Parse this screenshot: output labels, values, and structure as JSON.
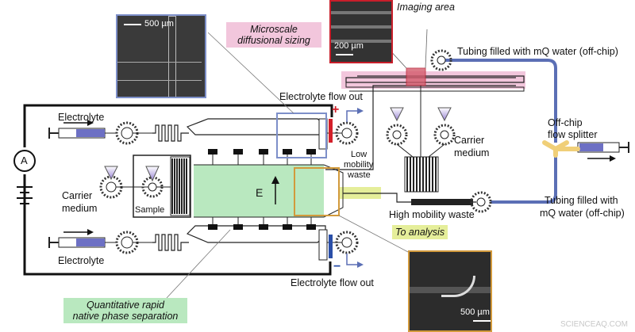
{
  "labels": {
    "imaging_area": "Imaging area",
    "microscale_line1": "Microscale",
    "microscale_line2": "diffusional sizing",
    "tubing_top": "Tubing filled with mQ water (off-chip)",
    "electrolyte_flow_out_top": "Electrolyte flow out",
    "electrolyte_top": "Electrolyte",
    "carrier_left_1": "Carrier",
    "carrier_left_2": "medium",
    "sample": "Sample",
    "electrolyte_bottom": "Electrolyte",
    "low_mobility_1": "Low",
    "low_mobility_2": "mobility",
    "low_mobility_3": "waste",
    "carrier_right_1": "Carrier",
    "carrier_right_2": "medium",
    "off_chip_1": "Off-chip",
    "off_chip_2": "flow splitter",
    "high_mobility_waste": "High mobility waste",
    "to_analysis": "To analysis",
    "tubing_bottom_1": "Tubing filled with",
    "tubing_bottom_2": "mQ water (off-chip)",
    "electrolyte_flow_out_bottom": "Electrolyte flow out",
    "quantitative_1": "Quantitative rapid",
    "quantitative_2": "native phase separation",
    "field_E": "E",
    "ammeter": "A",
    "plus": "+",
    "minus": "−",
    "watermark": "SCIENCEAQ.COM"
  },
  "scale_bars": {
    "top_left": "500 µm",
    "imaging": "200 µm",
    "bottom_right": "500 µm"
  },
  "colors": {
    "separation_zone": "#b9e8bf",
    "yellow_highlight": "#e5ee9a",
    "pink_highlight": "#f2c6dc",
    "tubing_blue": "#5b6fb5",
    "splitter_yellow": "#f0cf78",
    "electrode_red": "#d3202a",
    "electrode_blue": "#2a4fa8",
    "frame_blue": "#7d8fc9",
    "frame_orange": "#d29a3c",
    "frame_red": "#c81e2a",
    "sample_purple": "#b594e0"
  }
}
